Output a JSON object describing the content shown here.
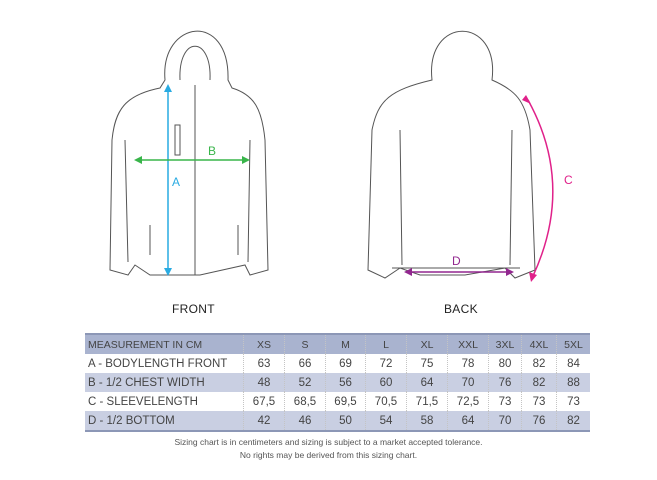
{
  "front_label": "FRONT",
  "back_label": "BACK",
  "markers": {
    "a": "A",
    "b": "B",
    "c": "C",
    "d": "D"
  },
  "colors": {
    "a": "#29abe2",
    "b": "#39b54a",
    "c": "#e0218a",
    "d": "#92278f",
    "header_bg": "#a9b3cf",
    "alt_row": "#c9cfe2"
  },
  "table": {
    "header": [
      "MEASUREMENT IN CM",
      "XS",
      "S",
      "M",
      "L",
      "XL",
      "XXL",
      "3XL",
      "4XL",
      "5XL"
    ],
    "rows": [
      [
        "A - BODYLENGTH FRONT",
        "63",
        "66",
        "69",
        "72",
        "75",
        "78",
        "80",
        "82",
        "84"
      ],
      [
        "B - 1/2 CHEST WIDTH",
        "48",
        "52",
        "56",
        "60",
        "64",
        "70",
        "76",
        "82",
        "88"
      ],
      [
        "C - SLEEVELENGTH",
        "67,5",
        "68,5",
        "69,5",
        "70,5",
        "71,5",
        "72,5",
        "73",
        "73",
        "73"
      ],
      [
        "D - 1/2 BOTTOM",
        "42",
        "46",
        "50",
        "54",
        "58",
        "64",
        "70",
        "76",
        "82"
      ]
    ]
  },
  "notes": [
    "Sizing chart is in centimeters and sizing is subject to a market accepted tolerance.",
    "No rights may be derived from this sizing chart."
  ]
}
